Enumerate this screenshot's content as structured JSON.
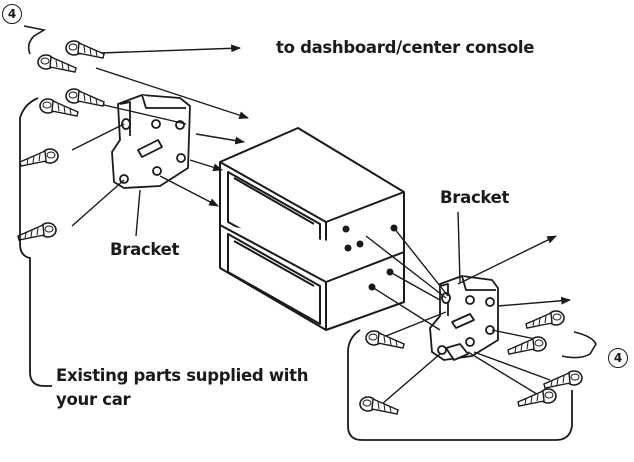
{
  "labels": {
    "top_callout_number": "4",
    "destination": "to dashboard/center console",
    "bracket_left": "Bracket",
    "bracket_right": "Bracket",
    "right_callout_number": "4",
    "existing_parts_line1": "Existing parts supplied with",
    "existing_parts_line2": "your car"
  },
  "colors": {
    "line": "#1a1a1a",
    "fill": "#ffffff"
  }
}
